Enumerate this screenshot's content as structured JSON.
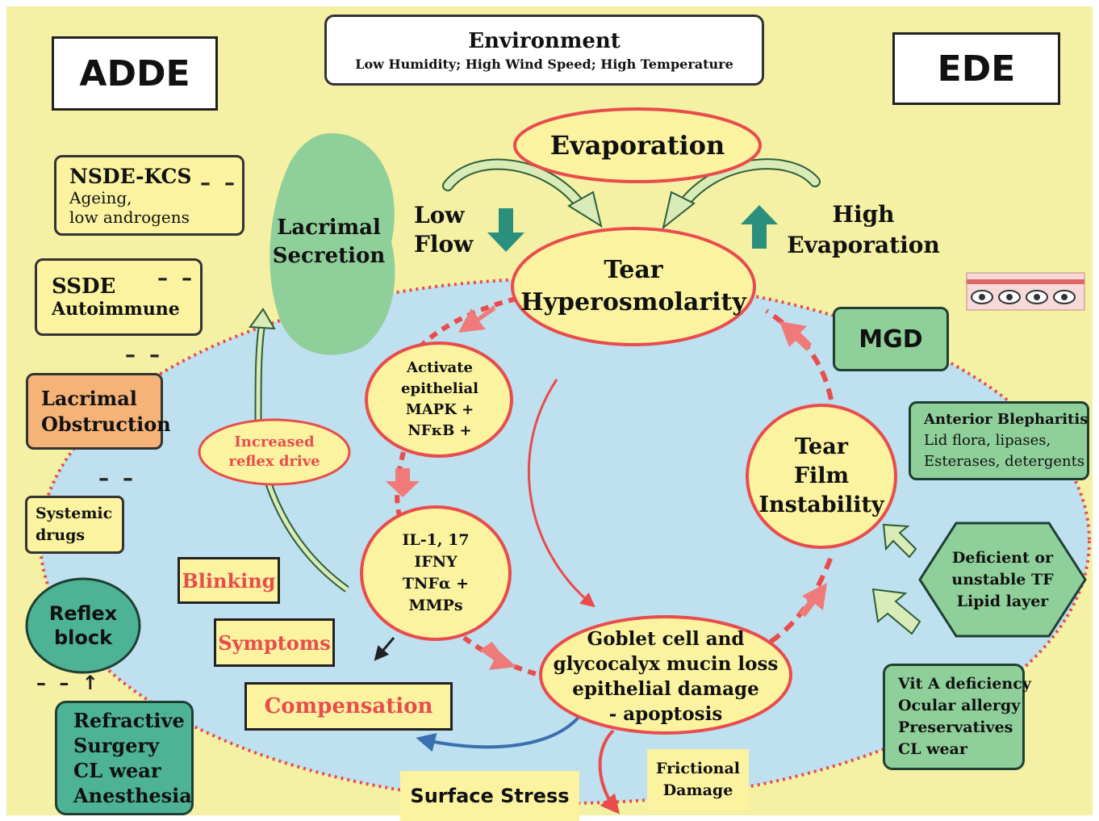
{
  "labels": {
    "adde": "ADDE",
    "ede": "EDE",
    "environment": {
      "title": "Environment",
      "subtitle": "Low Humidity; High Wind Speed;  High Temperature"
    },
    "evaporation": "Evaporation",
    "low_flow": [
      "Low",
      "Flow"
    ],
    "high_evaporation": [
      "High",
      "Evaporation"
    ],
    "tear_hyperosmolarity": [
      "Tear",
      "Hyperosmolarity"
    ],
    "lacrimal_secretion": [
      "Lacrimal",
      "Secretion"
    ],
    "nsde": {
      "title": "NSDE-KCS",
      "lines": [
        "Ageing,",
        "low androgens"
      ]
    },
    "ssde": {
      "title": "SSDE",
      "subtitle": "Autoimmune"
    },
    "lacrimal_obstruction": [
      "Lacrimal",
      "Obstruction"
    ],
    "systemic_drugs": [
      "Systemic",
      "drugs"
    ],
    "reflex_block": [
      "Reflex",
      "block"
    ],
    "refractive": [
      "Refractive",
      "Surgery",
      "CL wear",
      "Anesthesia"
    ],
    "increased_reflex": [
      "Increased",
      "reflex drive"
    ],
    "blinking": "Blinking",
    "symptoms": "Symptoms",
    "compensation": "Compensation",
    "activate": [
      "Activate",
      "epithelial",
      "MAPK +",
      "NFκB +"
    ],
    "cytokines": [
      "IL-1, 17",
      "IFNY",
      "TNFα +",
      "MMPs"
    ],
    "goblet": [
      "Goblet cell and",
      "glycocalyx mucin loss",
      "epithelial damage",
      "- apoptosis"
    ],
    "tear_film": [
      "Tear",
      "Film",
      "Instability"
    ],
    "mgd": "MGD",
    "anterior_blepharitis": {
      "title": "Anterior Blepharitis",
      "lines": [
        "Lid flora, lipases,",
        "Esterases, detergents"
      ]
    },
    "deficient": [
      "Deficient or",
      "unstable TF",
      "Lipid layer"
    ],
    "vit_a": [
      "Vit A deficiency",
      "Ocular allergy",
      "Preservatives",
      "CL wear"
    ],
    "surface_stress": "Surface Stress",
    "frictional": [
      "Frictional",
      "Damage"
    ],
    "dash_marks": "– –",
    "dash_arrow": "– – ↑"
  },
  "colors": {
    "background": "#f4f0a4",
    "ocular_surface": "#bfe0ee",
    "red_line": "#e84c4c",
    "pink_arrow": "#f07a7a",
    "yellow_node": "#fbf3a0",
    "green_node": "#8fcf9a",
    "teal_node": "#4db394",
    "orange_node": "#f5b377",
    "teal_arrow": "#2a8f7d",
    "pale_arrow": "#d9ebb7"
  }
}
